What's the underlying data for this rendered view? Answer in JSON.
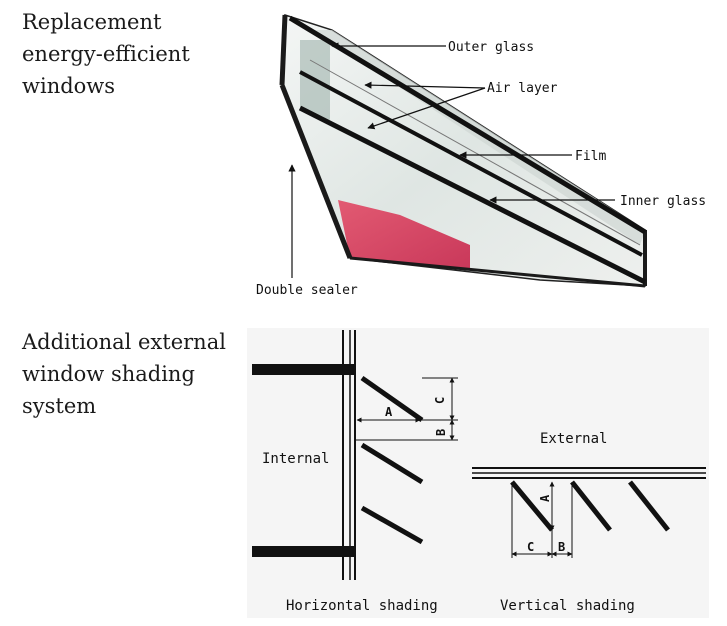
{
  "sections": {
    "replacement_title": "Replacement\nenergy-efficient\nwindows",
    "shading_title": "Additional external\nwindow shading\nsystem"
  },
  "window_diagram": {
    "labels": {
      "outer_glass": "Outer glass",
      "air_layer": "Air layer",
      "film": "Film",
      "inner_glass": "Inner glass",
      "double_sealer": "Double sealer"
    }
  },
  "shading_diagram": {
    "internal": "Internal",
    "external": "External",
    "horizontal_caption": "Horizontal shading",
    "vertical_caption": "Vertical shading",
    "dims": {
      "a": "A",
      "b": "B",
      "c": "C"
    }
  },
  "colors": {
    "accent_red": "#d83a55",
    "line": "#111111"
  }
}
